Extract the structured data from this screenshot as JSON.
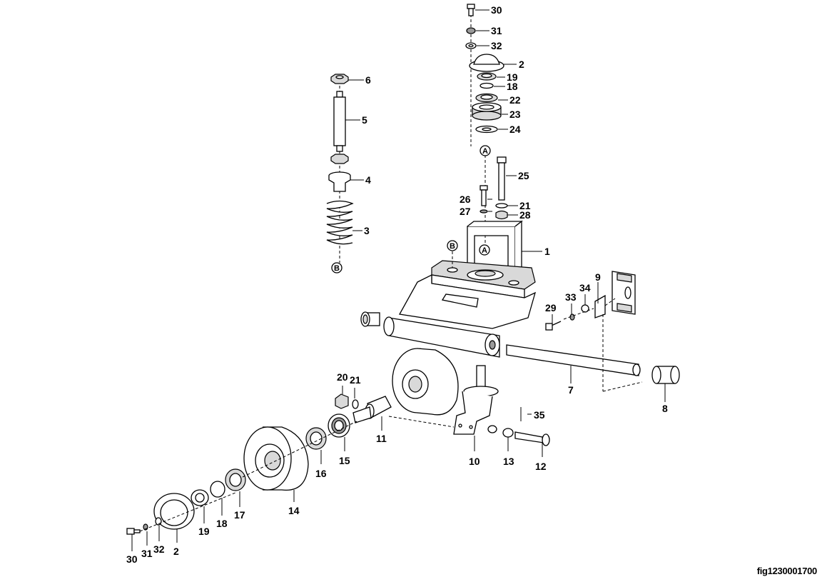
{
  "figure_code": "fig1230001700",
  "callouts": [
    "30",
    "31",
    "32",
    "2",
    "19",
    "18",
    "22",
    "23",
    "24",
    "25",
    "21",
    "28",
    "26",
    "27",
    "1",
    "6",
    "5",
    "4",
    "3",
    "9",
    "34",
    "33",
    "29",
    "7",
    "8",
    "20",
    "21",
    "11",
    "10",
    "13",
    "12",
    "35",
    "15",
    "16",
    "17",
    "14",
    "19",
    "18",
    "30",
    "31",
    "32",
    "2"
  ],
  "markers": [
    "A",
    "A",
    "B",
    "B"
  ]
}
